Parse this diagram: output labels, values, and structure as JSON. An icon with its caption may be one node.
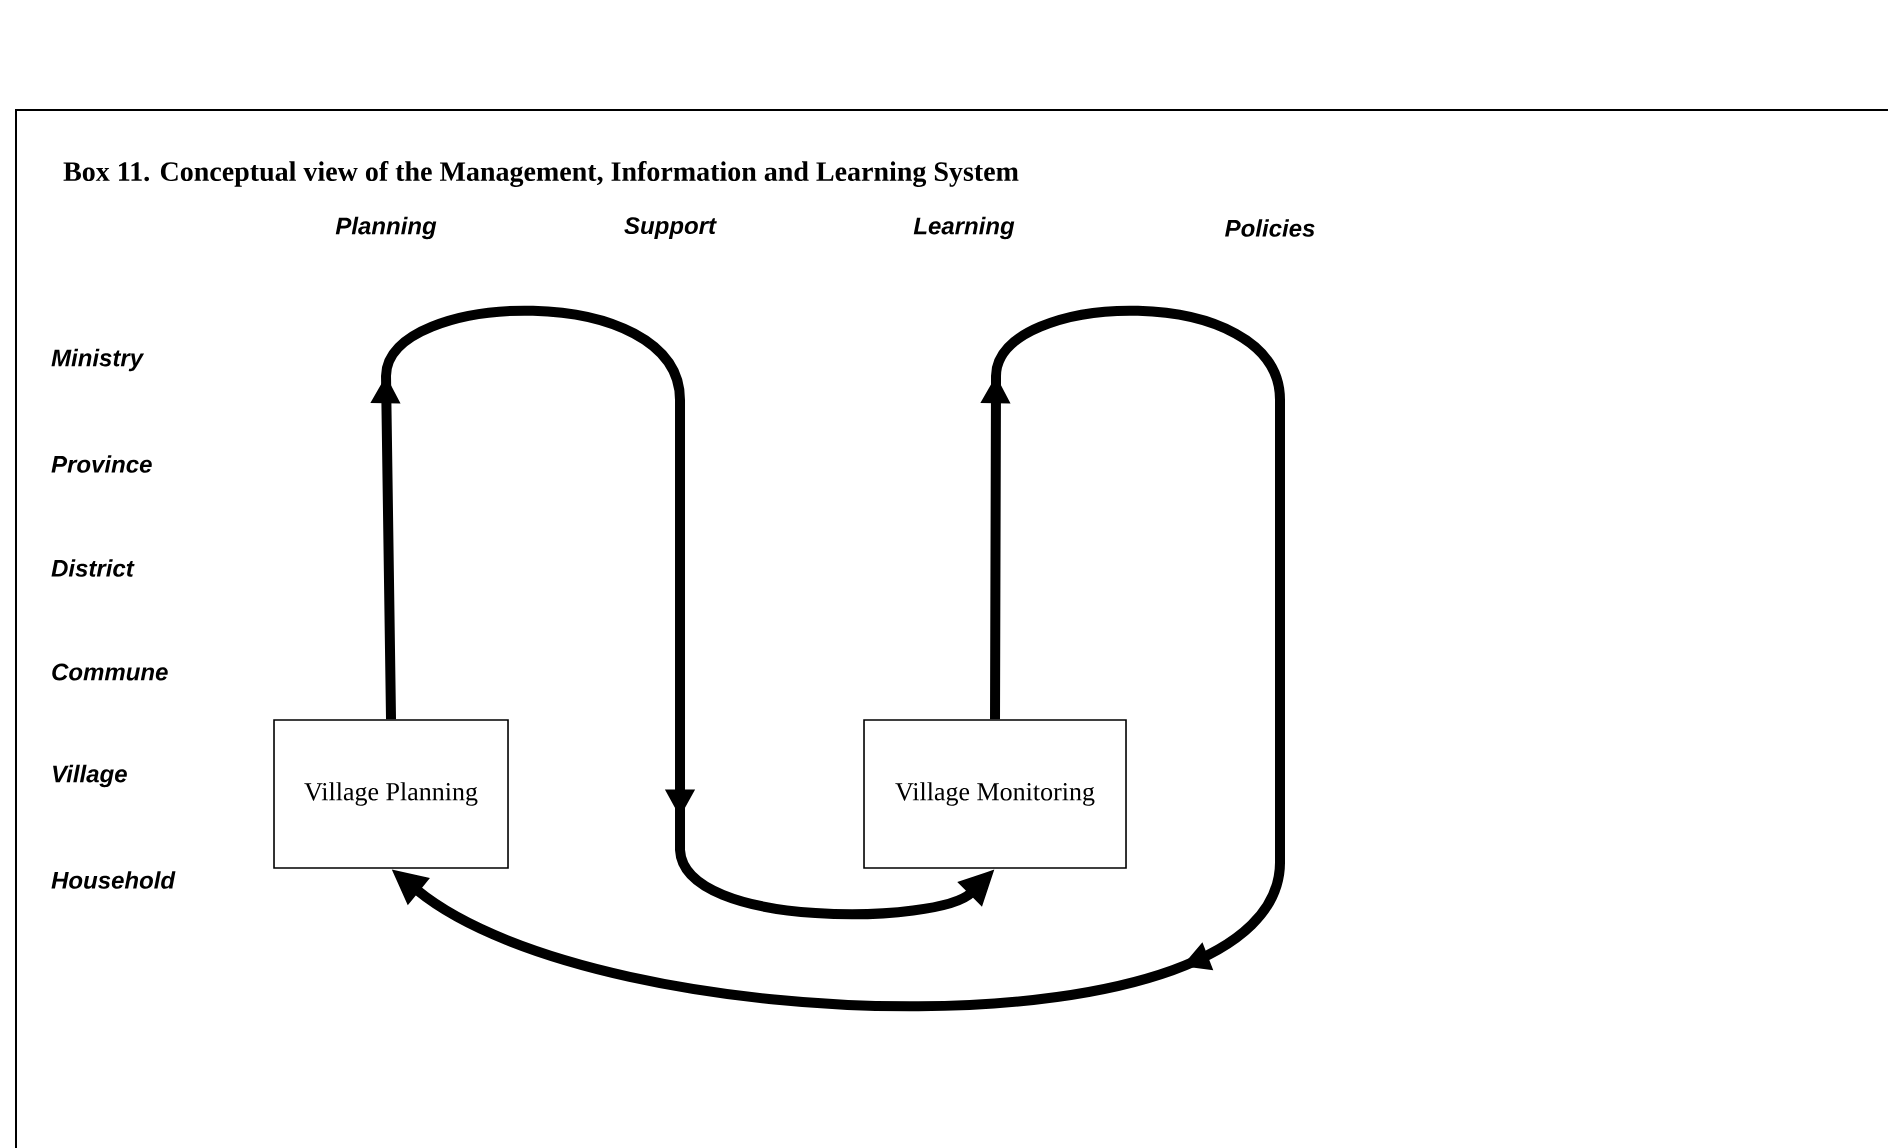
{
  "diagram": {
    "title": "Box 11. Conceptual view of the Management, Information and Learning System",
    "nodes": [
      {
        "text": [
          "Village Planning"
        ]
      },
      {
        "text": [
          "Village Monitoring"
        ]
      }
    ],
    "edges": [
      {
        "from": 0,
        "to": 1,
        "arrow": "to"
      },
      {
        "from": 1,
        "to": 0,
        "arrow": "to"
      }
    ],
    "labels": [
      "Planning",
      "Support",
      "Learning",
      "Policies",
      "Ministry",
      "Province",
      "District",
      "Commune",
      "Village",
      "Household"
    ]
  }
}
